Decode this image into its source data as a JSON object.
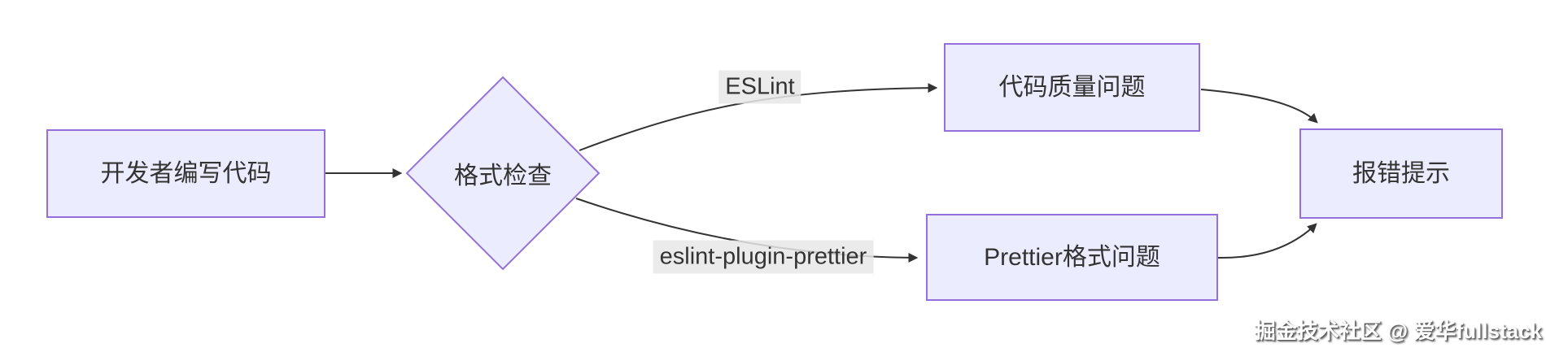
{
  "diagram": {
    "type": "flowchart-lr",
    "nodes": [
      {
        "id": "A",
        "shape": "rect",
        "label": "开发者编写代码"
      },
      {
        "id": "B",
        "shape": "diamond",
        "label": "格式检查"
      },
      {
        "id": "C",
        "shape": "rect",
        "label": "代码质量问题"
      },
      {
        "id": "D",
        "shape": "rect",
        "label": "Prettier格式问题"
      },
      {
        "id": "E",
        "shape": "rect",
        "label": "报错提示"
      }
    ],
    "edges": [
      {
        "from": "A",
        "to": "B",
        "label": ""
      },
      {
        "from": "B",
        "to": "C",
        "label": "ESLint"
      },
      {
        "from": "B",
        "to": "D",
        "label": "eslint-plugin-prettier"
      },
      {
        "from": "C",
        "to": "E",
        "label": ""
      },
      {
        "from": "D",
        "to": "E",
        "label": ""
      }
    ]
  },
  "watermark": "掘金技术社区 @ 爱华fullstack",
  "colors": {
    "node_fill": "#ECECFF",
    "node_border": "#9370DB",
    "edge_line": "#333333",
    "edge_label_bg": "rgba(232,232,232,0.85)",
    "text": "#333333",
    "background": "#FFFFFF",
    "watermark_fill": "#FFFFFF",
    "watermark_shadow": "#595959"
  }
}
